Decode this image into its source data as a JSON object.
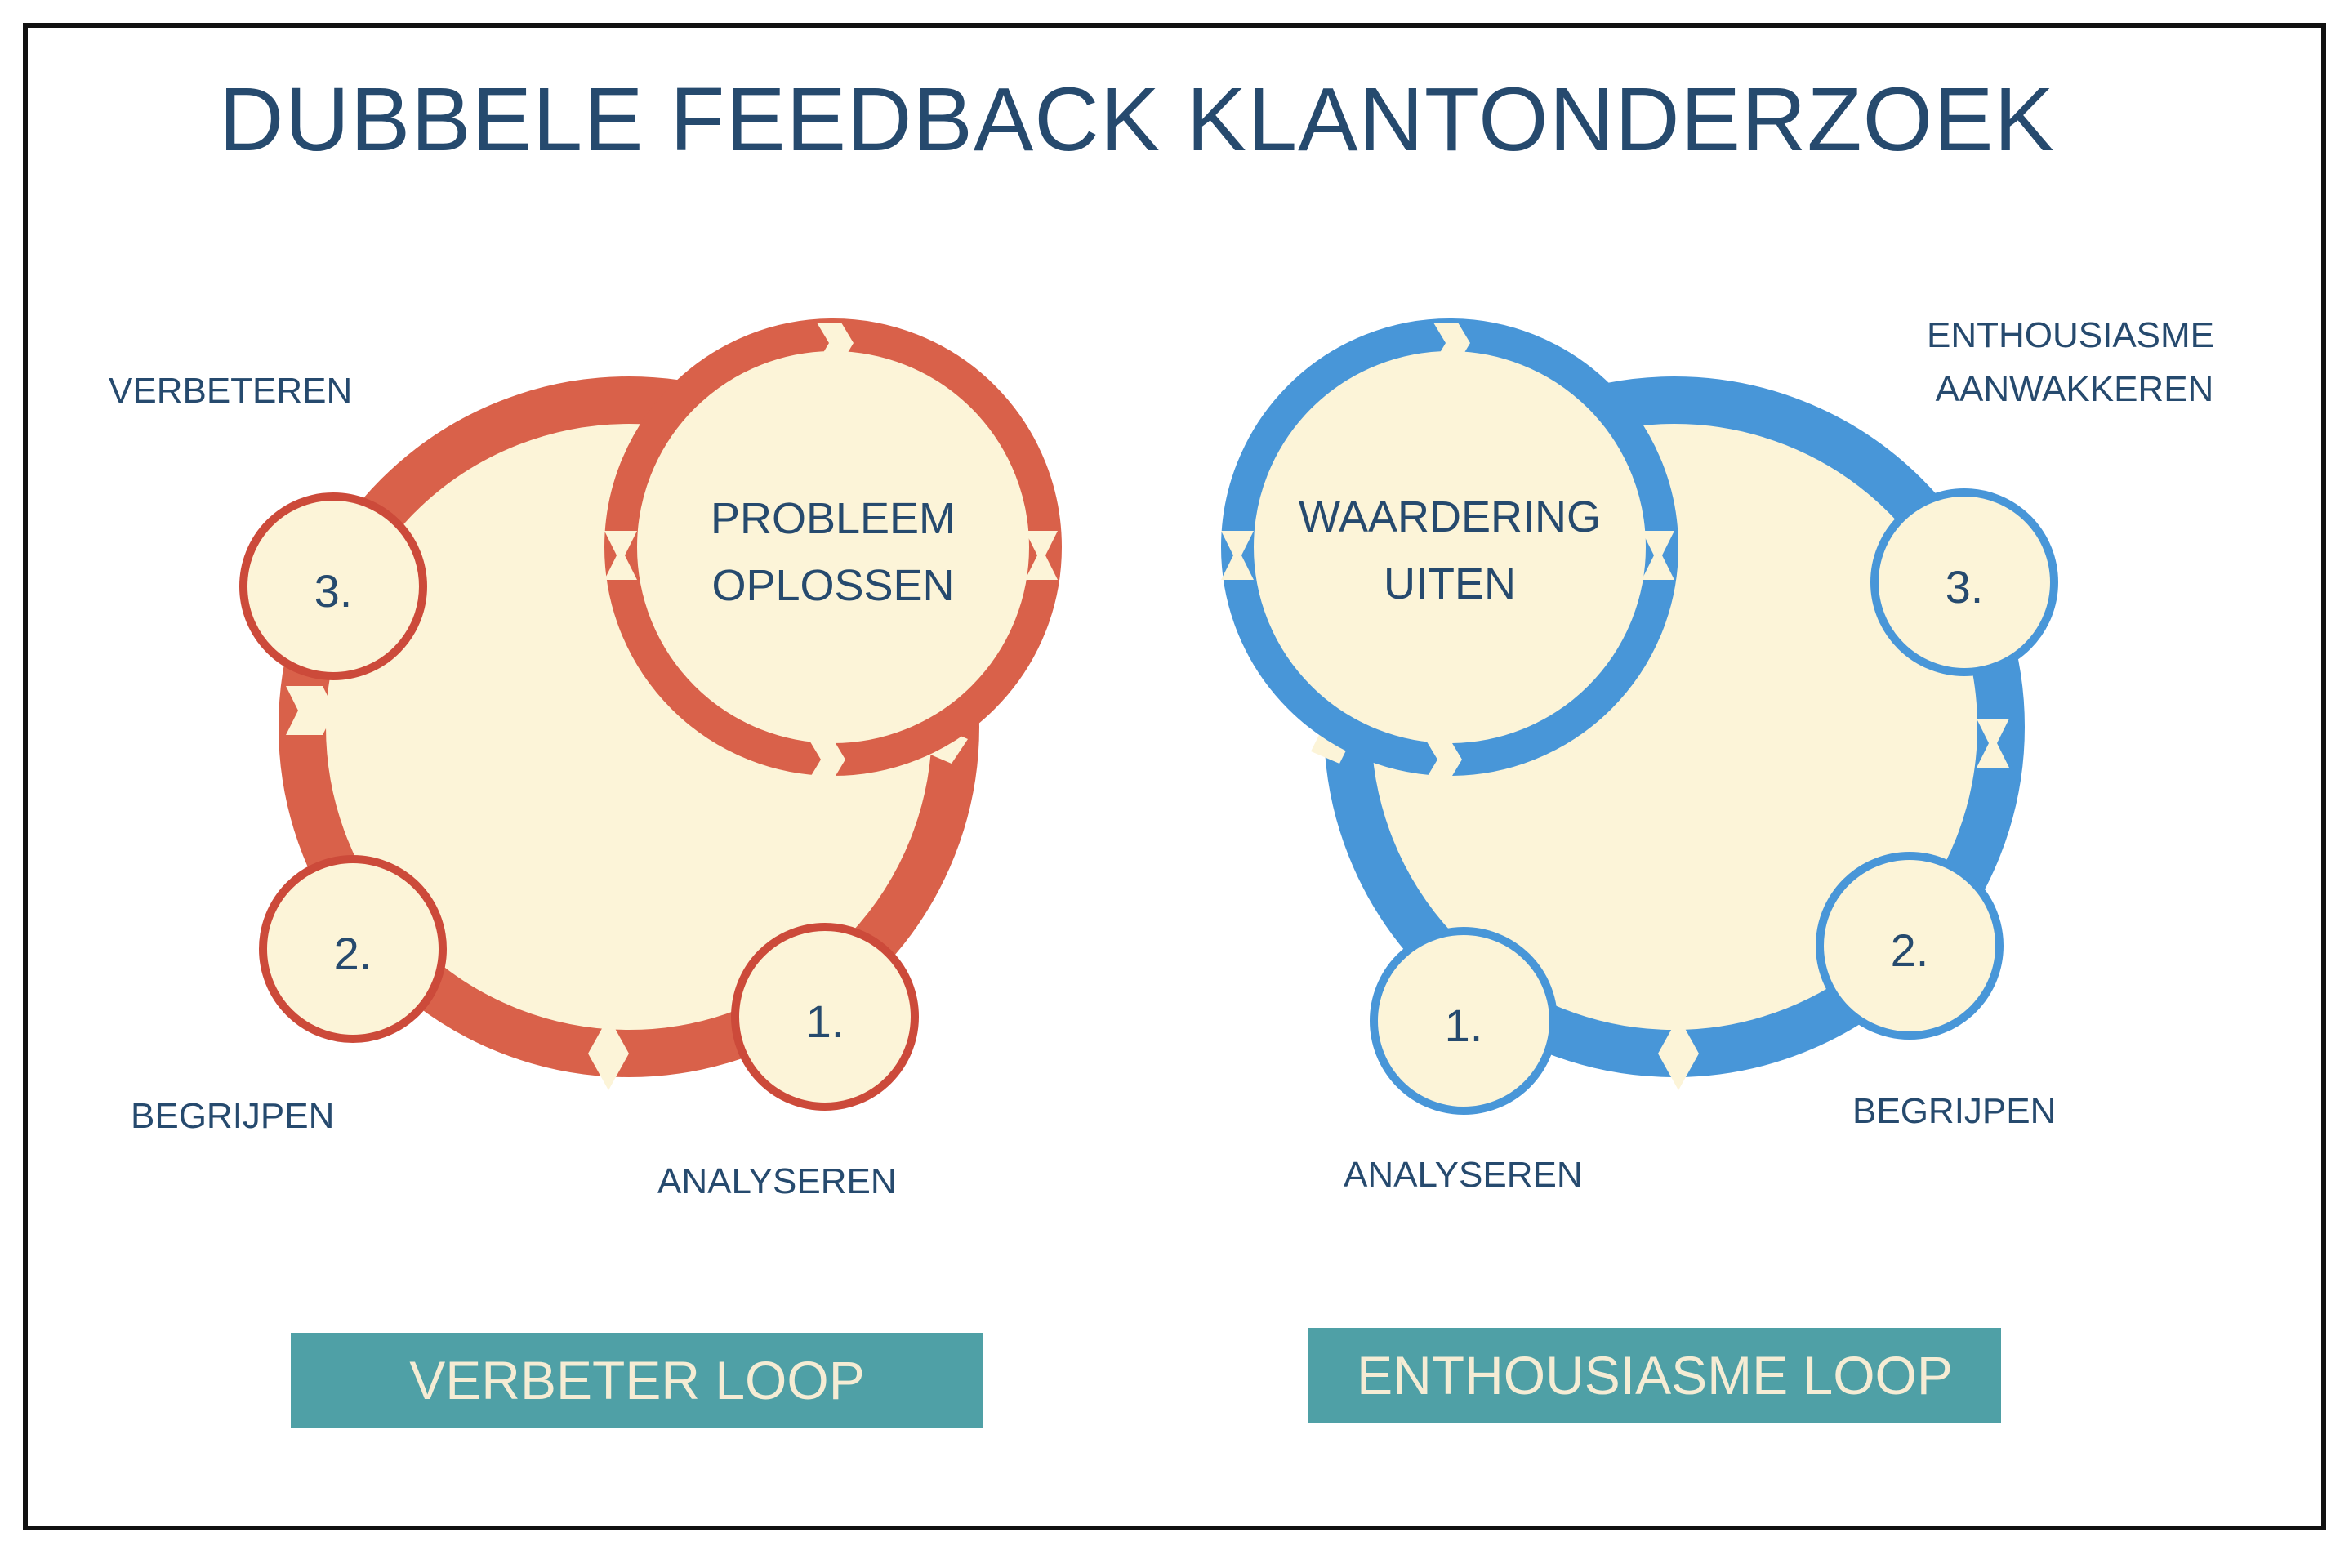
{
  "title": "DUBBELE FEEDBACK KLANTONDERZOEK",
  "colors": {
    "red": "#d9614a",
    "red_dark": "#cc4a3a",
    "blue": "#4896d8",
    "cream": "#fcf4d8",
    "text": "#264a6e",
    "teal": "#4fa0a6",
    "button_text": "#f5ecd4"
  },
  "left_loop": {
    "steps": [
      "1.",
      "2.",
      "3."
    ],
    "labels": {
      "step1": "ANALYSEREN",
      "step2": "BEGRIJPEN",
      "step3": "VERBETEREN"
    },
    "center_line1": "PROBLEEM",
    "center_line2": "OPLOSSEN",
    "button": "VERBETER LOOP"
  },
  "right_loop": {
    "steps": [
      "1.",
      "2.",
      "3."
    ],
    "labels": {
      "step1": "ANALYSEREN",
      "step2": "BEGRIJPEN",
      "step3_line1": "ENTHOUSIASME",
      "step3_line2": "AANWAKKEREN"
    },
    "center_line1": "WAARDERING",
    "center_line2": "UITEN",
    "button": "ENTHOUSIASME LOOP"
  }
}
